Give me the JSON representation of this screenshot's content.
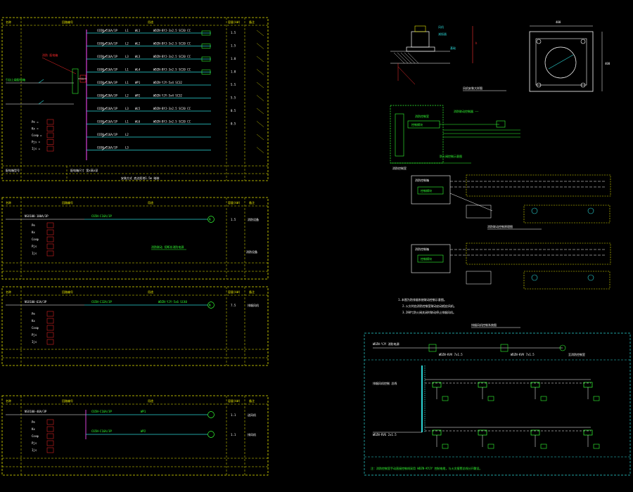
{
  "colors": {
    "background": "#000000",
    "frame_dashed": "#e6e600",
    "circuit_line": "#ffffff",
    "breaker_line": "#2cd6d6",
    "cable_line": "#d640d6",
    "label_green": "#33ff33",
    "label_red": "#ff2a2a",
    "dim_line": "#ff3030"
  },
  "drawing": {
    "schedule_1": {
      "header": [
        "名称",
        "回路编号",
        "用途",
        "容量(kW)",
        "备注"
      ],
      "feed_note": "引自上级配电箱",
      "busbar_label": "1L",
      "circuits": [
        {
          "breaker": "C65N-C16A/1P",
          "phase": "L1",
          "no": "WL1",
          "cable": "WDZN-BYJ-3x2.5 SC20 CC",
          "kw": "1.5"
        },
        {
          "breaker": "C65N-C16A/1P",
          "phase": "L2",
          "no": "WL2",
          "cable": "WDZN-BYJ-3x2.5 SC20 CC",
          "kw": "1.5"
        },
        {
          "breaker": "C65N-C16A/1P",
          "phase": "L3",
          "no": "WL3",
          "cable": "WDZN-BYJ-3x2.5 SC20 CC",
          "kw": "1.0"
        },
        {
          "breaker": "C65N-C16A/1P",
          "phase": "L1",
          "no": "WL4",
          "cable": "WDZN-BYJ-3x2.5 SC20 CC",
          "kw": "1.0"
        },
        {
          "breaker": "C65N-C20A/3P",
          "phase": "L1",
          "no": "WP1",
          "cable": "WDZN-YJY-5x4 SC32",
          "kw": "5.5"
        },
        {
          "breaker": "C65N-C20A/3P",
          "phase": "L2",
          "no": "WP2",
          "cable": "WDZN-YJY-5x4 SC32",
          "kw": "5.5"
        },
        {
          "breaker": "C65N-C16A/1P",
          "phase": "L3",
          "no": "WL5",
          "cable": "WDZN-BYJ-3x2.5 SC20 CC",
          "kw": "0.5"
        },
        {
          "breaker": "C65N-C16A/1P",
          "phase": "L1",
          "no": "WL6",
          "cable": "WDZN-BYJ-3x2.5 SC20 CC",
          "kw": "0.5"
        },
        {
          "breaker": "C65N-C16A/1P",
          "phase": "L2",
          "no": "",
          "cable": "",
          "kw": ""
        },
        {
          "breaker": "C65N-C16A/1P",
          "phase": "L3",
          "no": "",
          "cable": "",
          "kw": ""
        }
      ],
      "params": [
        "Pe =",
        "Kx =",
        "Cosφ =",
        "Pjs =",
        "Ijs ="
      ],
      "footer_left": "配电箱型号",
      "footer_mid": "配电箱尺寸 宽x高x深",
      "footer_right": "安装方式 底边距地1.5m 暗装"
    },
    "schedule_2": {
      "header": [
        "名称",
        "回路编号",
        "用途",
        "容量(kW)",
        "备注"
      ],
      "feed": "NSX100-100A/3P",
      "circuit": "C65N-C16A/3P",
      "kw": "1.5",
      "remark": "消防设备",
      "note": "消防联动 切断非消防电源",
      "params": [
        "Pe",
        "Kx",
        "Cosφ",
        "Pjs",
        "Ijs"
      ]
    },
    "schedule_3": {
      "header": [
        "名称",
        "回路编号",
        "用途",
        "容量(kW)",
        "备注"
      ],
      "feed": "NSX100-63A/3P",
      "circuit": "C65N-C32A/3P",
      "cable": "WDZN-YJY-5x6 SC40",
      "kw": "7.5",
      "remark": "排烟风机",
      "params": [
        "Pe",
        "Kx",
        "Cosφ",
        "Pjs",
        "Ijs"
      ]
    },
    "schedule_4": {
      "header": [
        "名称",
        "回路编号",
        "用途",
        "容量(kW)",
        "备注"
      ],
      "feed": "NSX100-40A/3P",
      "circuits": [
        {
          "breaker": "C65N-C16A/3P",
          "no": "WP1",
          "kw": "1.1",
          "remark": "送风机"
        },
        {
          "breaker": "C65N-C16A/3P",
          "no": "WP2",
          "kw": "1.1",
          "remark": "排风机"
        }
      ],
      "params": [
        "Pe",
        "Kx",
        "Cosφ",
        "Pjs",
        "Ijs"
      ]
    },
    "detail_top_right": {
      "caption": "风机安装大样图",
      "dim_top": "400",
      "dim_side": "400"
    },
    "control_panel": {
      "title": "消防控制室",
      "module": "控制模块",
      "caption_a": "防火阀控制示意图",
      "caption_b": "消防联动控制原理图",
      "notes": [
        "1.本图为防排烟系统联动控制示意图。",
        "2.火灾时由消防控制室联动启动相应风机。",
        "3.280℃防火阀关闭时联动停止排烟风机。"
      ]
    },
    "bus_diagram": {
      "title": "排烟风机控制系统图",
      "footer": "注：消防控制室手动直接控制线采用 WDZN-KYJY 控制电缆，与火灾报警总线分开敷设。"
    }
  }
}
